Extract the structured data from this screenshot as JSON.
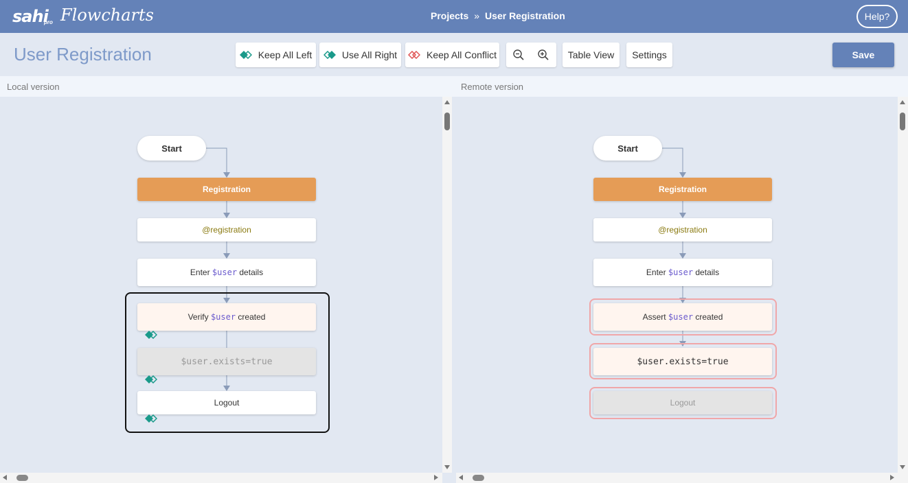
{
  "app": {
    "brand": "sahi",
    "brand_sub": "pro",
    "brand_script": "Flowcharts"
  },
  "breadcrumb": {
    "parent": "Projects",
    "separator": "»",
    "current": "User Registration"
  },
  "help_label": "Help?",
  "page_title": "User Registration",
  "toolbar": {
    "keep_all_left": "Keep All Left",
    "use_all_right": "Use All Right",
    "keep_all_conflict": "Keep All Conflict",
    "table_view": "Table View",
    "settings": "Settings",
    "save": "Save"
  },
  "local": {
    "header": "Local version",
    "start": "Start",
    "section": "Registration",
    "tag": "@registration",
    "step1": {
      "before": "Enter ",
      "var": "$user",
      "after": " details"
    },
    "step2": {
      "before": "Verify ",
      "var": "$user",
      "after": " created"
    },
    "step3": "$user.exists=true",
    "step4": "Logout"
  },
  "remote": {
    "header": "Remote version",
    "start": "Start",
    "section": "Registration",
    "tag": "@registration",
    "step1": {
      "before": "Enter ",
      "var": "$user",
      "after": " details"
    },
    "step2": {
      "before": "Assert ",
      "var": "$user",
      "after": " created"
    },
    "step3": "$user.exists=true",
    "step4": "Logout"
  },
  "colors": {
    "topbar": "#6482b8",
    "accent": "#6482b8",
    "section_node": "#e59c56",
    "conflict_border": "#111111",
    "diff_border": "#f0a6a8",
    "left_arrow_icon": "#1a9a8a",
    "conflict_icon": "#e05555"
  },
  "icons": {
    "keep_left": "diamond-left-icon",
    "use_right": "diamond-right-icon",
    "keep_conflict": "diamond-conflict-icon",
    "zoom_out": "zoom-out-icon",
    "zoom_in": "zoom-in-icon"
  }
}
